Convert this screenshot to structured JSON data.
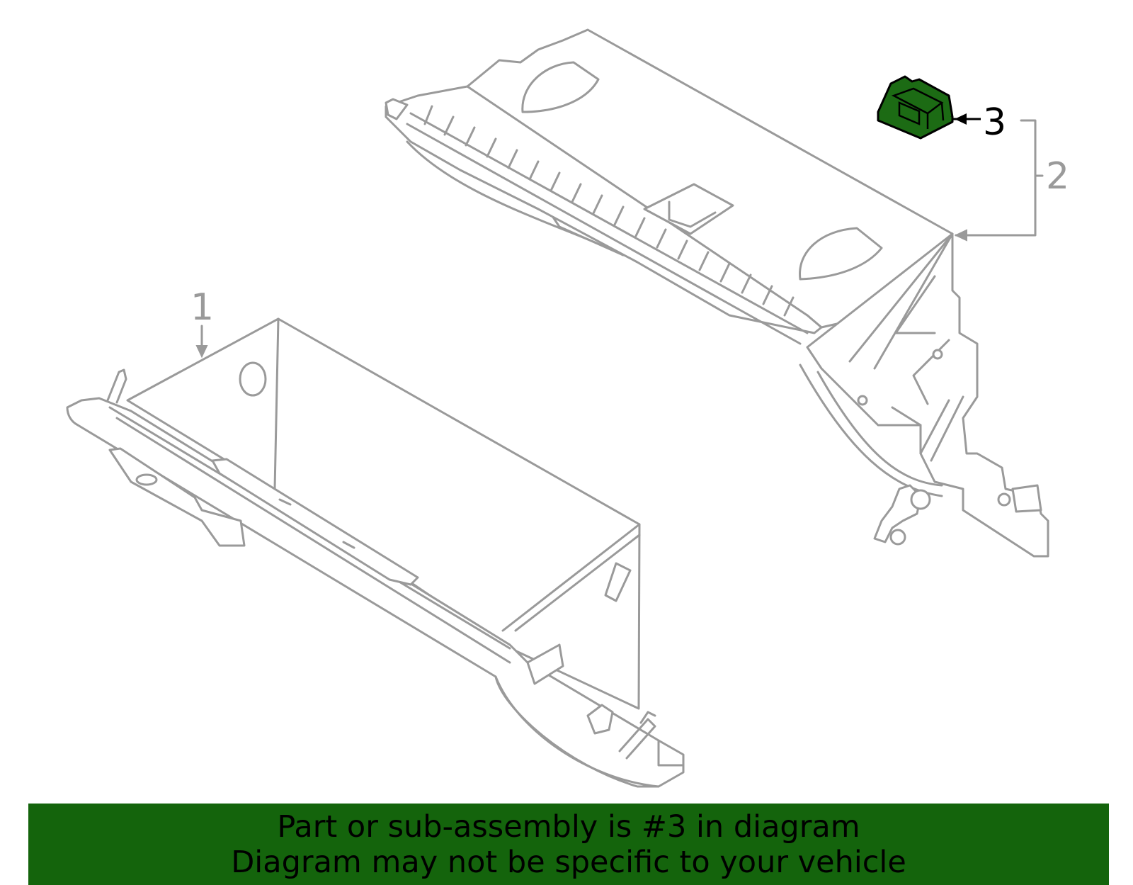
{
  "callouts": {
    "part1": "1",
    "part2": "2",
    "part3": "3"
  },
  "banner": {
    "line1": "Part or sub-assembly is #3 in diagram",
    "line2": "Diagram may not be specific to your vehicle"
  },
  "colors": {
    "highlight_part": "#1c6b14",
    "banner": "#14640c",
    "line_art": "#9a9a9a",
    "highlight_callout": "#000000"
  }
}
